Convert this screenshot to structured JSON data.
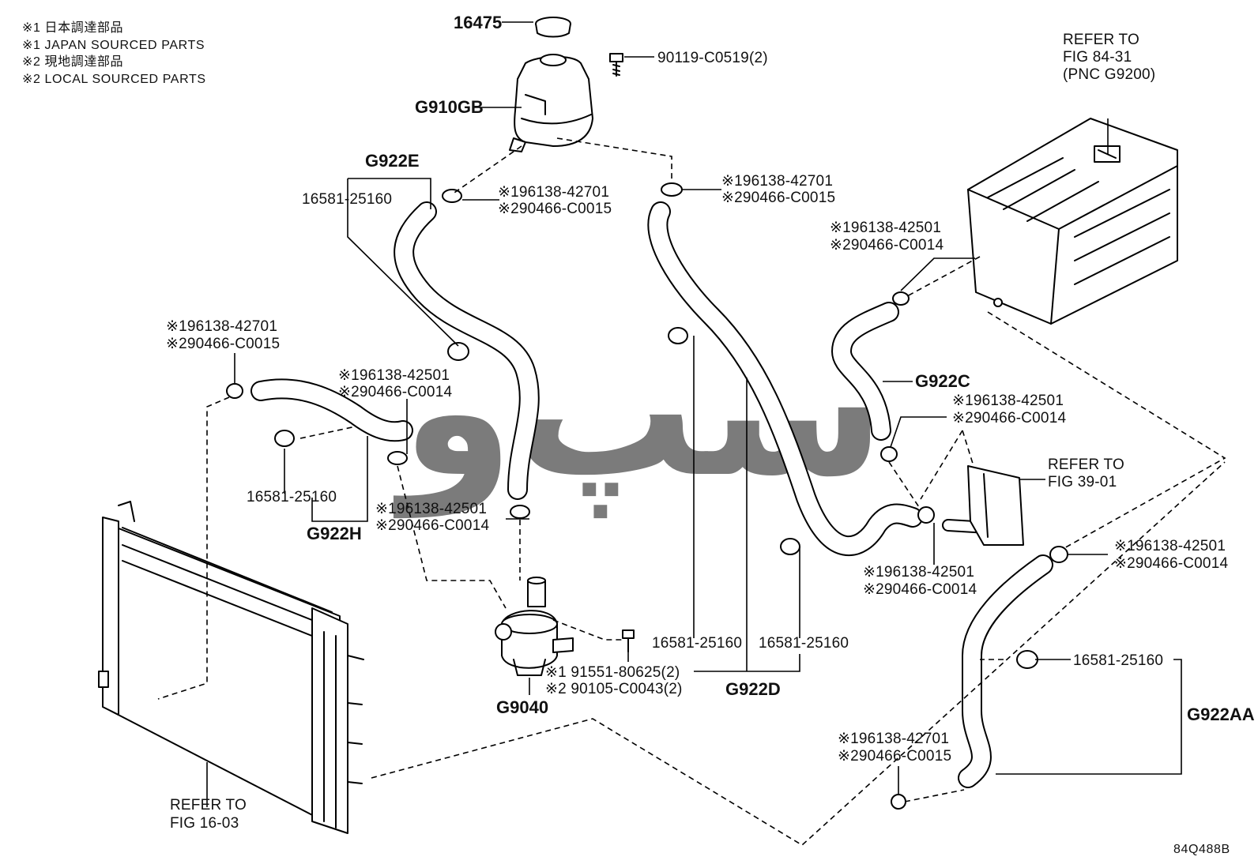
{
  "notes": [
    "※1 日本調達部品",
    "※1 JAPAN SOURCED PARTS",
    "※2 現地調達部品",
    "※2 LOCAL SOURCED PARTS"
  ],
  "watermark": "سپ‌و",
  "diagram_code": "84Q488B",
  "labels": {
    "cap": "16475",
    "bolt_top": "90119-C0519(2)",
    "reservoir": "G910GB",
    "hose_e": "G922E",
    "hose_e_clip": "16581-25160",
    "clamp_e_1": "※196138-42701",
    "clamp_e_2": "※290466-C0015",
    "clamp_d_1": "※196138-42701",
    "clamp_d_2": "※290466-C0015",
    "refer_inverter_1": "REFER TO",
    "refer_inverter_2": "FIG 84-31",
    "refer_inverter_3": "(PNC G9200)",
    "clamp_c_1": "※196138-42501",
    "clamp_c_2": "※290466-C0014",
    "clamp_left_1": "※196138-42701",
    "clamp_left_2": "※290466-C0015",
    "clamp_h_1": "※196138-42501",
    "clamp_h_2": "※290466-C0014",
    "hose_c": "G922C",
    "clamp_c2_1": "※196138-42501",
    "clamp_c2_2": "※290466-C0014",
    "refer_39_1": "REFER TO",
    "refer_39_2": "FIG 39-01",
    "hose_h_clip": "16581-25160",
    "hose_h": "G922H",
    "clamp_pump_1": "※196138-42501",
    "clamp_pump_2": "※290466-C0014",
    "clamp_aa_1": "※196138-42501",
    "clamp_aa_2": "※290466-C0014",
    "clamp_mid_1": "※196138-42501",
    "clamp_mid_2": "※290466-C0014",
    "bolt_pump_1": "※1 91551-80625(2)",
    "bolt_pump_2": "※2 90105-C0043(2)",
    "pump": "G9040",
    "hose_d_clip_l": "16581-25160",
    "hose_d_clip_r": "16581-25160",
    "hose_d": "G922D",
    "hose_aa_clip": "16581-25160",
    "hose_aa": "G922AA",
    "clamp_bot_1": "※196138-42701",
    "clamp_bot_2": "※290466-C0015",
    "refer_radiator_1": "REFER TO",
    "refer_radiator_2": "FIG 16-03"
  }
}
